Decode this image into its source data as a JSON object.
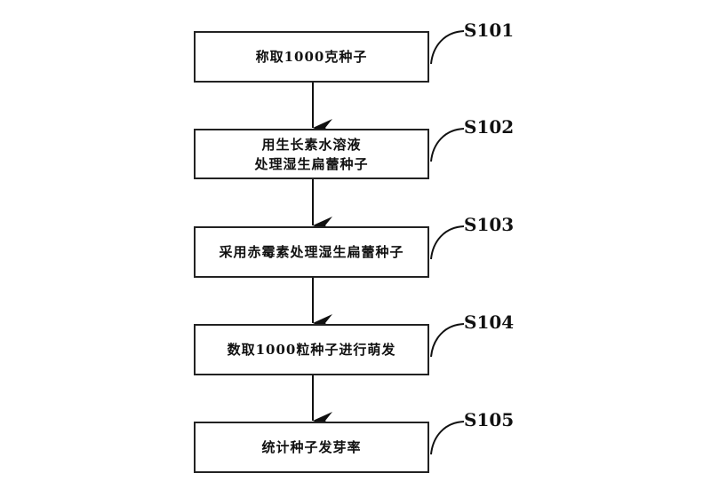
{
  "flowchart": {
    "steps": [
      {
        "id": "S101",
        "lines": [
          "称取1000克种子"
        ]
      },
      {
        "id": "S102",
        "lines": [
          "用生长素水溶液",
          "处理湿生扁蕾种子"
        ]
      },
      {
        "id": "S103",
        "lines": [
          "采用赤霉素处理湿生扁蕾种子"
        ]
      },
      {
        "id": "S104",
        "lines": [
          "数取1000粒种子进行萌发"
        ]
      },
      {
        "id": "S105",
        "lines": [
          "统计种子发芽率"
        ]
      }
    ],
    "edges": [
      {
        "from": "S101",
        "to": "S102"
      },
      {
        "from": "S102",
        "to": "S103"
      },
      {
        "from": "S103",
        "to": "S104"
      },
      {
        "from": "S104",
        "to": "S105"
      }
    ]
  }
}
